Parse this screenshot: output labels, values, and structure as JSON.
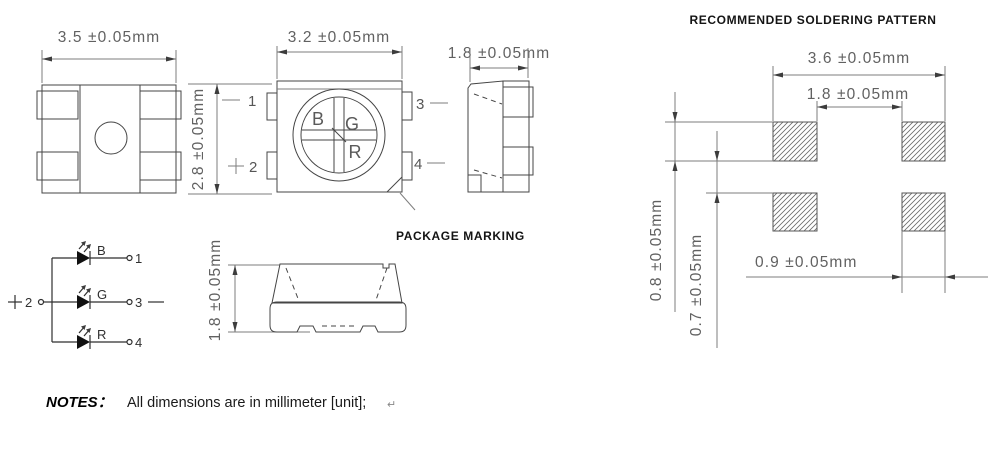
{
  "drawing": {
    "top_view": {
      "width_dim": "3.5 ±0.05mm"
    },
    "front_view": {
      "width_dim": "3.2 ±0.05mm",
      "height_dim": "2.8 ±0.05mm",
      "pin1": "1",
      "pin2": "2",
      "pin3": "3",
      "pin4": "4",
      "die": {
        "b": "B",
        "g": "G",
        "r": "R"
      }
    },
    "side_view": {
      "width_dim": "1.8 ±0.05mm"
    },
    "profile_view": {
      "height_dim": "1.8 ±0.05mm"
    },
    "package_marking_label": "PACKAGE MARKING",
    "schematic": {
      "pin1": "1",
      "pin2": "2",
      "pin3": "3",
      "pin4": "4",
      "led_b": "B",
      "led_g": "G",
      "led_r": "R"
    },
    "soldering": {
      "title": "RECOMMENDED SOLDERING PATTERN",
      "outer_width_dim": "3.6 ±0.05mm",
      "inner_gap_dim": "1.8 ±0.05mm",
      "pad_height_dim": "0.8 ±0.05mm",
      "row_gap_dim": "0.7 ±0.05mm",
      "pad_width_dim": "0.9 ±0.05mm"
    },
    "notes": {
      "label": "NOTES：",
      "text": "All dimensions are in millimeter [unit];",
      "return_mark": "↵"
    }
  }
}
